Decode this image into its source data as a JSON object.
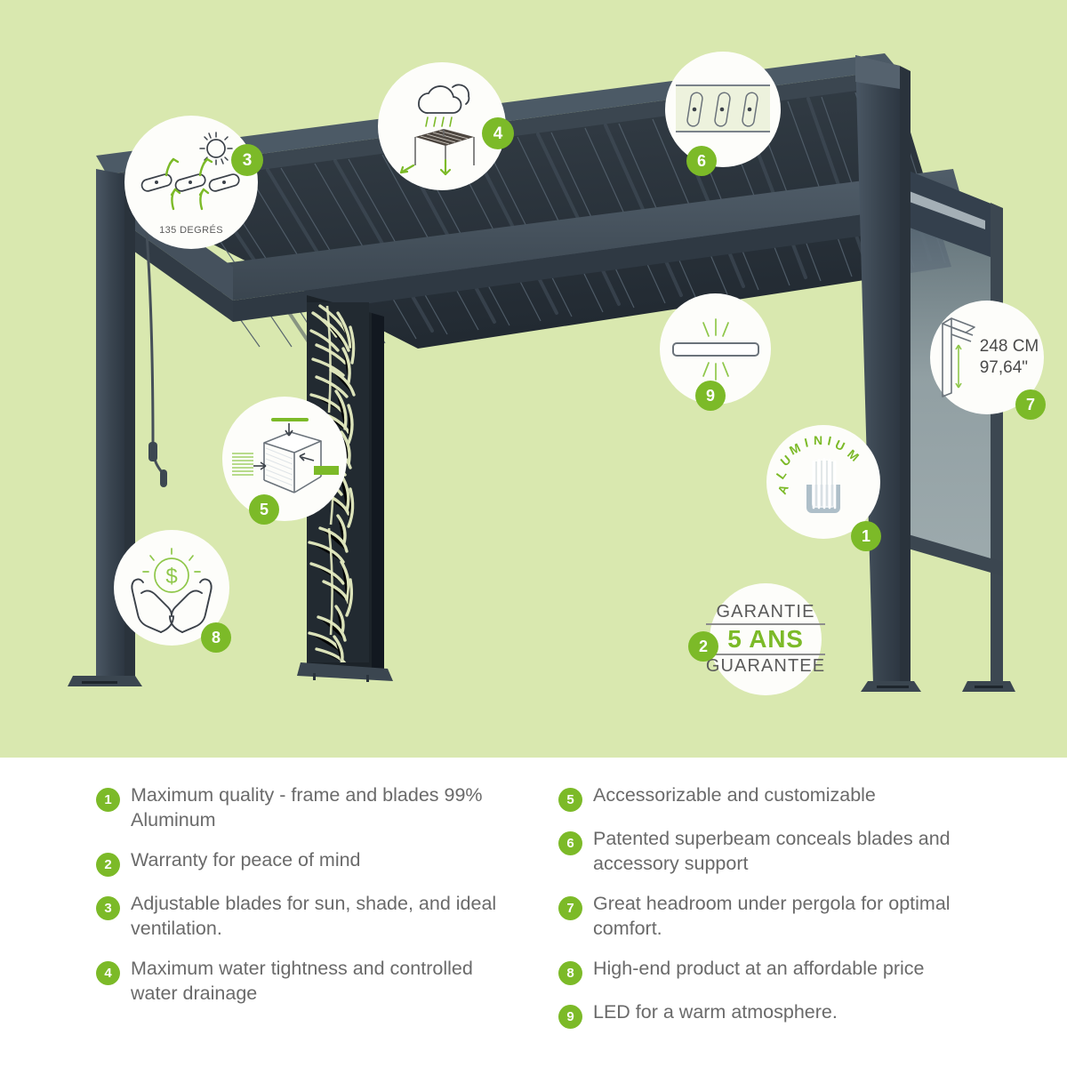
{
  "theme": {
    "background_green": "#d9e8af",
    "accent_green": "#7cba28",
    "frame_dark": "#39444f",
    "panel_white": "#fdfdfa",
    "text_gray": "#6a6a6a"
  },
  "hero": {
    "product": "louvered-aluminium-pergola",
    "callouts": [
      {
        "number": "1",
        "icon": "aluminium-profile-icon",
        "label": "ALUMINIUM",
        "letters": [
          "A",
          "L",
          "U",
          "M",
          "I",
          "N",
          "I",
          "U",
          "M"
        ]
      },
      {
        "number": "2",
        "icon": "warranty-badge-icon",
        "line_top": "GARANTIE",
        "line_mid": "5 ANS",
        "line_bottom": "GUARANTEE"
      },
      {
        "number": "3",
        "icon": "adjustable-blades-sun-icon",
        "caption": "135 DEGRÉS"
      },
      {
        "number": "4",
        "icon": "rain-cloud-drainage-icon",
        "caption": ""
      },
      {
        "number": "5",
        "icon": "accessory-mounting-icon",
        "caption": ""
      },
      {
        "number": "6",
        "icon": "superbeam-blades-icon",
        "caption": ""
      },
      {
        "number": "7",
        "icon": "headroom-height-icon",
        "value_cm": "248 CM",
        "value_in": "97,64\""
      },
      {
        "number": "8",
        "icon": "hands-holding-coin-icon",
        "caption": ""
      },
      {
        "number": "9",
        "icon": "led-light-bar-icon",
        "caption": ""
      }
    ]
  },
  "legend": {
    "left": [
      {
        "number": "1",
        "text": "Maximum quality - frame and blades 99% Aluminum"
      },
      {
        "number": "2",
        "text": "Warranty for peace of mind"
      },
      {
        "number": "3",
        "text": "Adjustable blades for sun, shade, and ideal ventilation."
      },
      {
        "number": "4",
        "text": "Maximum water tightness and controlled water drainage"
      }
    ],
    "right": [
      {
        "number": "5",
        "text": "Accessorizable and customizable"
      },
      {
        "number": "6",
        "text": "Patented superbeam conceals blades and accessory support"
      },
      {
        "number": "7",
        "text": "Great headroom under pergola for optimal comfort."
      },
      {
        "number": "8",
        "text": "High-end product at an affordable price"
      },
      {
        "number": "9",
        "text": "LED for a warm atmosphere."
      }
    ]
  }
}
